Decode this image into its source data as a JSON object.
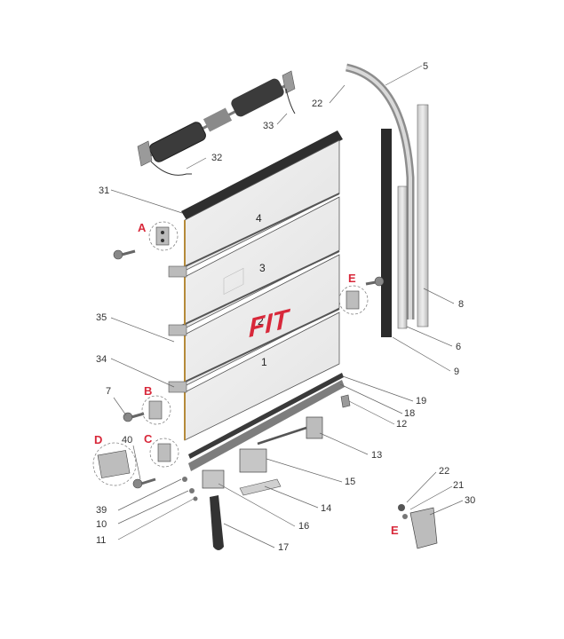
{
  "diagram": {
    "accent_color": "#d8283a",
    "panel_numbers": [
      "4",
      "3",
      "2",
      "1"
    ],
    "logo_text": "FIT",
    "callouts": {
      "n5": "5",
      "n6": "6",
      "n7": "7",
      "n8": "8",
      "n9": "9",
      "n10": "10",
      "n11": "11",
      "n12": "12",
      "n13": "13",
      "n14": "14",
      "n15": "15",
      "n16": "16",
      "n17": "17",
      "n18": "18",
      "n19": "19",
      "n21": "21",
      "n22a": "22",
      "n22b": "22",
      "n30": "30",
      "n31": "31",
      "n32": "32",
      "n33": "33",
      "n34": "34",
      "n35": "35",
      "n39": "39",
      "n40": "40"
    },
    "detail_letters": {
      "a": "A",
      "b": "B",
      "c": "C",
      "d": "D",
      "e1": "E",
      "e2": "E"
    }
  }
}
